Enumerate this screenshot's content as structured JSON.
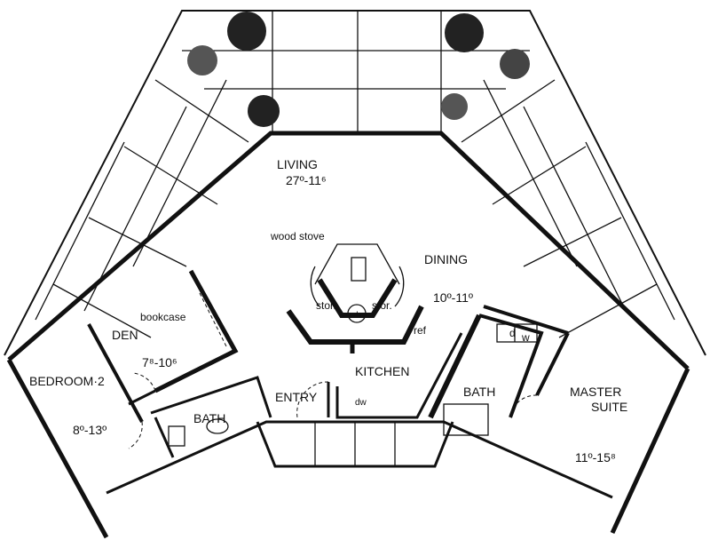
{
  "title": "House floor plan",
  "rooms": {
    "living": {
      "name": "LIVING",
      "size": "27º-11⁶"
    },
    "dining": {
      "name": "DINING",
      "size": "10º-11º"
    },
    "kitchen": {
      "name": "KITCHEN"
    },
    "entry": {
      "name": "ENTRY"
    },
    "den": {
      "name": "DEN",
      "size": "7⁸-10⁶"
    },
    "bedroom2": {
      "name": "BEDROOM·2",
      "size": "8º-13º"
    },
    "bath1": {
      "name": "BATH"
    },
    "bath2": {
      "name": "BATH"
    },
    "master": {
      "name": "MASTER",
      "name2": "SUITE",
      "size": "11º-15⁸"
    }
  },
  "fixtures": {
    "wood_stove": "wood stove",
    "bookcase": "bookcase",
    "stor_left": "stor.",
    "stor_right": "stor.",
    "water_heater": "wh",
    "ref": "ref",
    "dishwasher": "dw",
    "dryer": "d",
    "washer": "w"
  }
}
